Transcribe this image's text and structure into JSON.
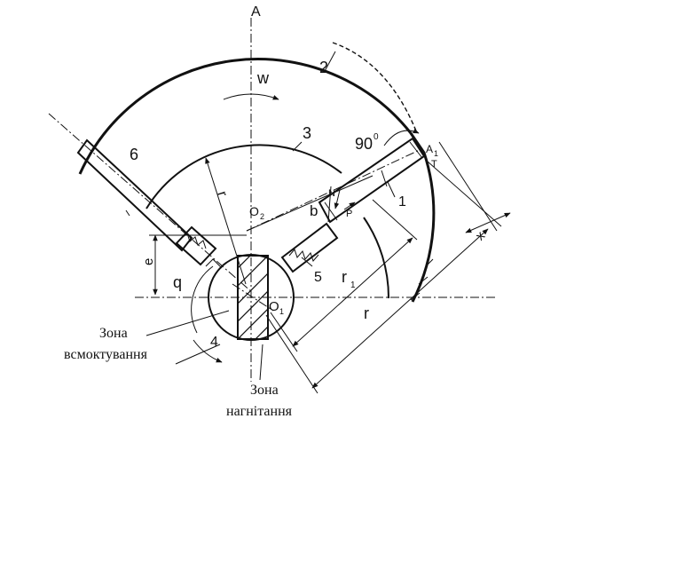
{
  "labels": {
    "point_a": "A",
    "omega": "w",
    "n2": "2",
    "n3": "3",
    "n6": "6",
    "n1": "1",
    "n5": "5",
    "n4": "4",
    "angle": "90",
    "degree": "0",
    "a1": "A",
    "a1_sub": "1",
    "t": "T",
    "n_force": "N",
    "p_force": "P",
    "b": "b",
    "e": "e",
    "q": "q",
    "r_small": "r",
    "r1": "r",
    "r1_sub": "1",
    "r_big": "r",
    "o1": "O",
    "o1_sub": "1",
    "o2": "O",
    "o2_sub": "2",
    "x": "x"
  },
  "zones": {
    "suction_line1": "Зона",
    "suction_line2": "всмоктування",
    "discharge_line1": "Зона",
    "discharge_line2": "нагнітання"
  }
}
